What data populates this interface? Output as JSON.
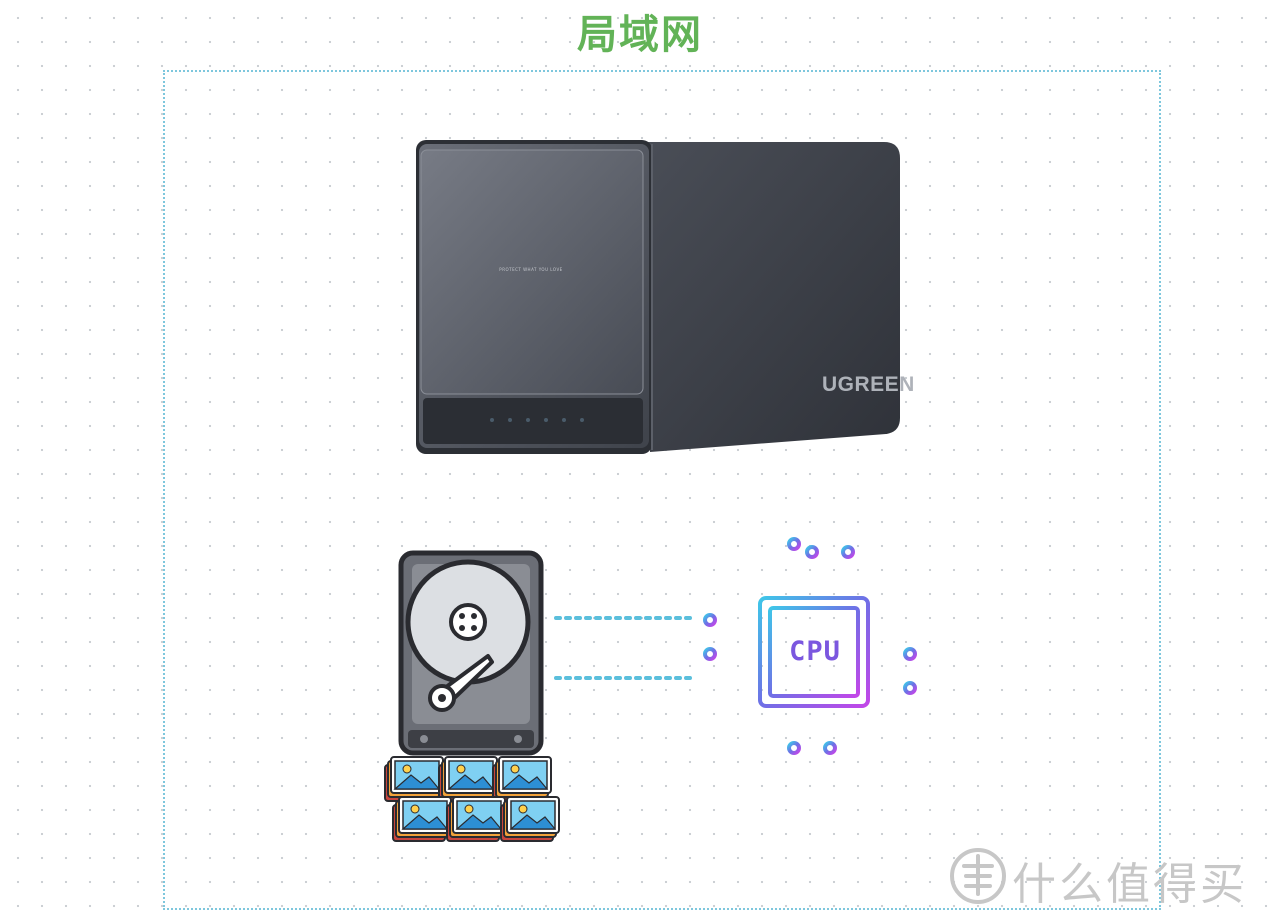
{
  "title": "局域网",
  "nas": {
    "brand": "UGREEN",
    "slogan": "PROTECT WHAT YOU LOVE"
  },
  "cpu": {
    "label": "CPU"
  },
  "watermark": {
    "text": "什么值得买"
  },
  "colors": {
    "title": "#62b357",
    "frame": "#7ec7dd",
    "link": "#5bbfdc",
    "nas_body": "#3b3f47",
    "cpu_gradient_start": "#3fc6e8",
    "cpu_gradient_end": "#c346e8"
  },
  "icons": [
    "nas-device-image",
    "hard-disk-icon",
    "photo-stack-icon",
    "cpu-chip-icon",
    "watermark-logo"
  ]
}
